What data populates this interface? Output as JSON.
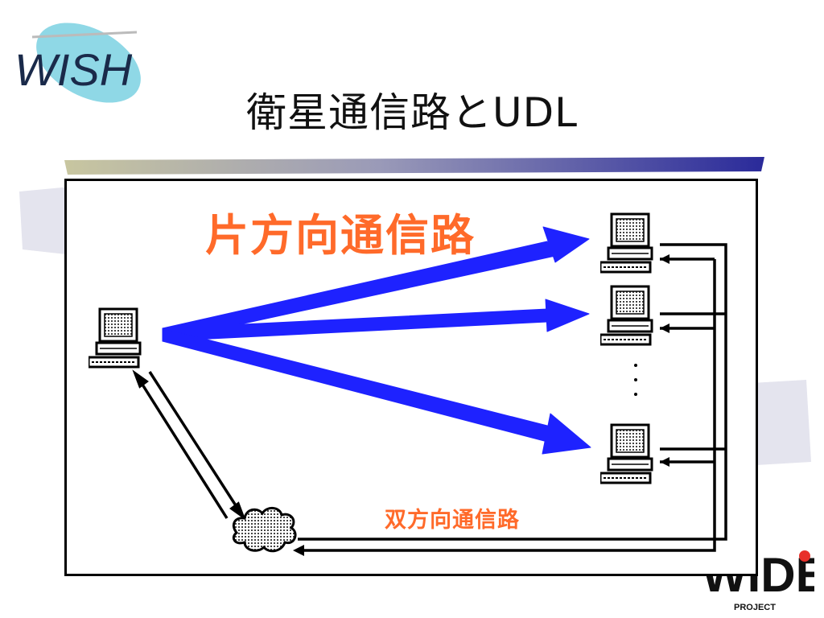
{
  "logo": {
    "text": "WISH"
  },
  "slide": {
    "title": "衛星通信路とUDL"
  },
  "diagram": {
    "oneway_label": "片方向通信路",
    "twoway_label": "双方向通信路"
  },
  "wide_logo": {
    "text": "WIDE",
    "subtext": "PROJECT"
  },
  "colors": {
    "arrow_blue": "#1e22ff",
    "label_orange": "#ff6a2a",
    "logo_cyan": "#8fd8e6"
  }
}
